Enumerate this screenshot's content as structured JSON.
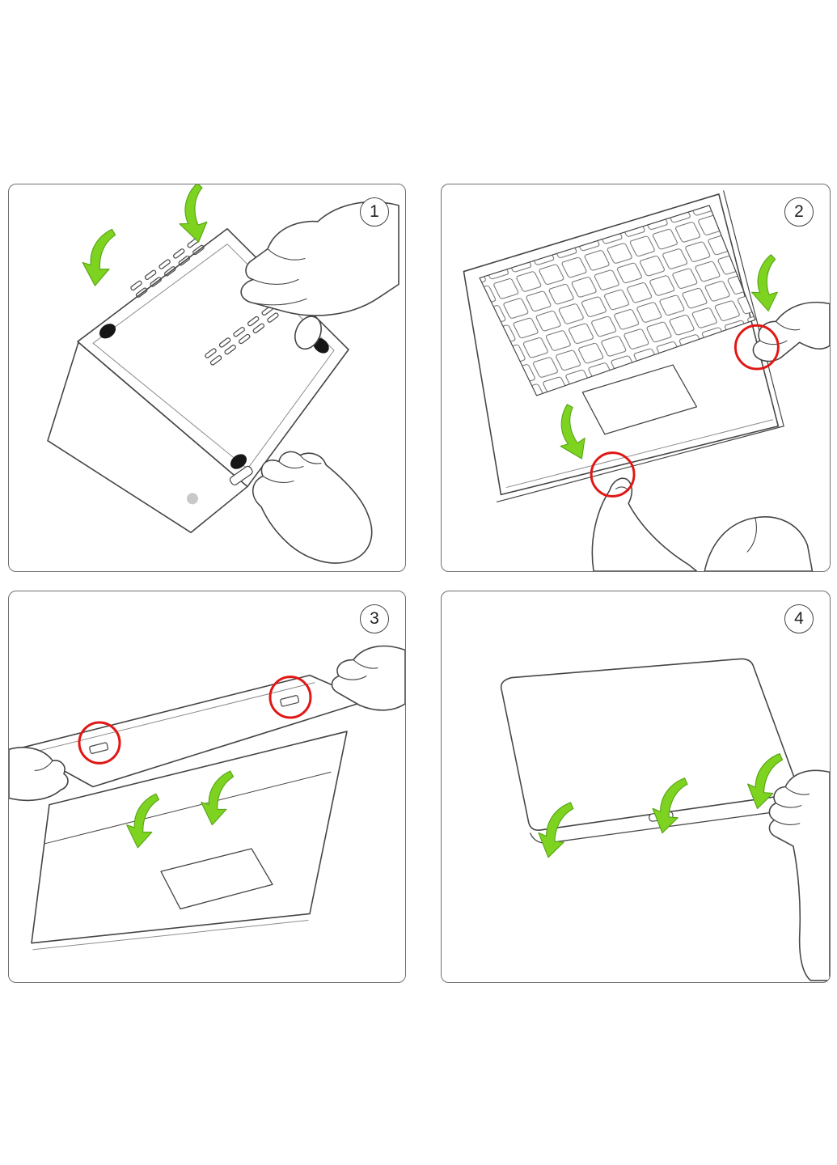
{
  "document": {
    "kind": "laptop-case-installation-instructions",
    "background": "#ffffff"
  },
  "colors": {
    "line": "#454545",
    "line-light": "#8d8d8d",
    "green": "#7ed321",
    "green-edge": "#55a512",
    "red": "#e01715",
    "panel-border": "#6f6f6f",
    "ink": "#222222",
    "foot": "#161616",
    "dot": "#c8c8c8"
  },
  "steps": [
    {
      "number": "1",
      "illustration": "laptop-bottom-case-attach",
      "green_arrows": 2,
      "red_markers": 0
    },
    {
      "number": "2",
      "illustration": "keyboard-deck-clip-points",
      "green_arrows": 2,
      "red_markers": 2
    },
    {
      "number": "3",
      "illustration": "screen-cover-clip-points",
      "green_arrows": 2,
      "red_markers": 2
    },
    {
      "number": "4",
      "illustration": "closed-laptop-snap-on",
      "green_arrows": 3,
      "red_markers": 0
    }
  ]
}
